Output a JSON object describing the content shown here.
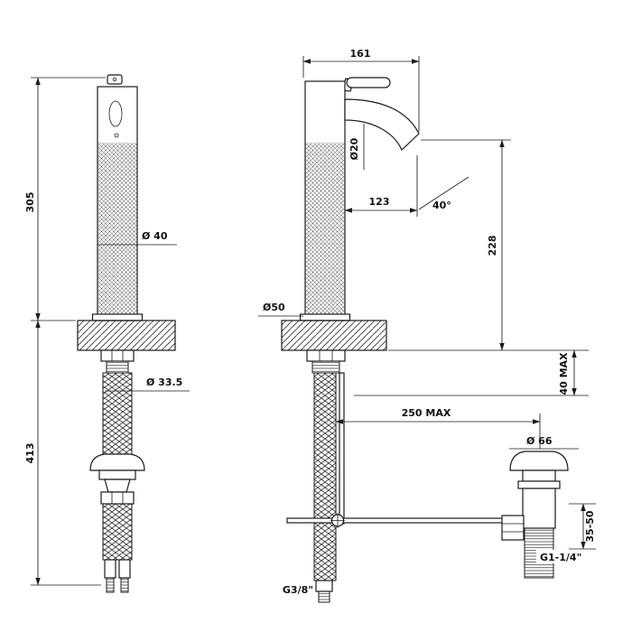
{
  "drawing": {
    "front": {
      "body_height": "305",
      "under_height": "413",
      "body_dia": "Ø 40",
      "shank_dia": "Ø 33.5"
    },
    "side": {
      "spout_reach": "161",
      "spout_dia": "Ø20",
      "spout_proj": "123",
      "angle": "40°",
      "outlet_height": "228",
      "base_dia": "Ø50",
      "deck_max": "40 MAX",
      "rod_max": "250 MAX",
      "waste_dia": "Ø 66",
      "waste_range": "35-50",
      "waste_thread": "G1-1/4\"",
      "inlet_thread": "G3/8\""
    }
  }
}
